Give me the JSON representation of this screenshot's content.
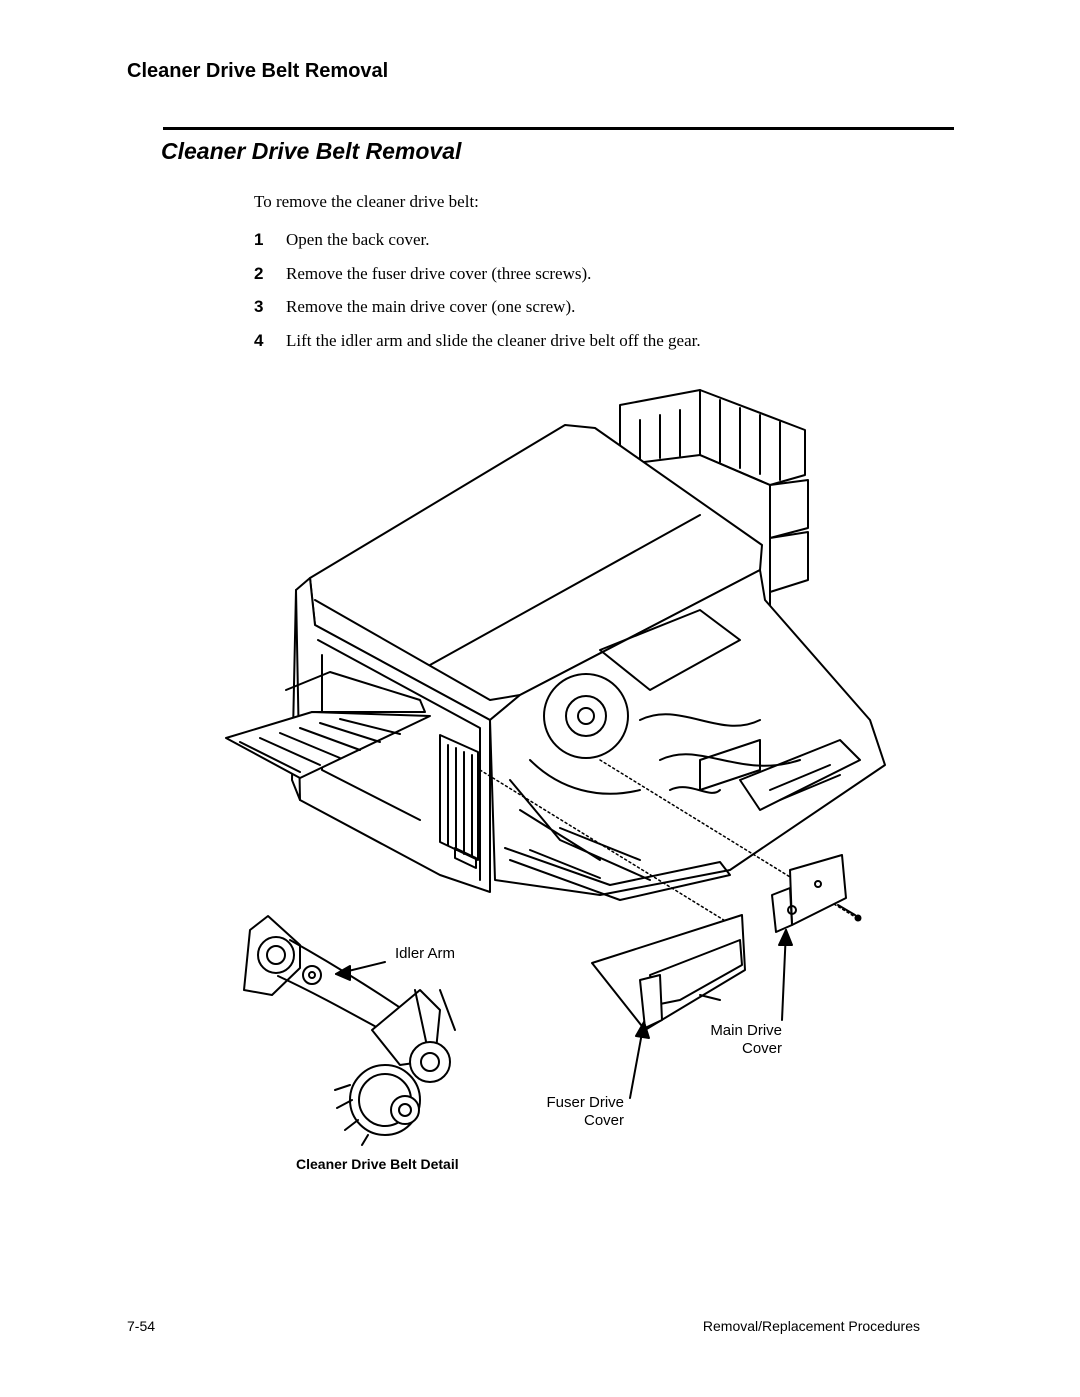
{
  "header": {
    "running_title": "Cleaner Drive Belt Removal"
  },
  "section": {
    "title": "Cleaner Drive Belt Removal"
  },
  "intro": "To remove the cleaner drive belt:",
  "steps": [
    {
      "num": "1",
      "text": "Open the back cover."
    },
    {
      "num": "2",
      "text": "Remove the fuser drive cover (three screws)."
    },
    {
      "num": "3",
      "text": "Remove the main drive cover (one screw)."
    },
    {
      "num": "4",
      "text": "Lift the idler arm and slide the cleaner drive belt off the gear."
    }
  ],
  "figure": {
    "callouts": {
      "idler_arm": "Idler Arm",
      "main_drive_1": "Main Drive",
      "main_drive_2": "Cover",
      "fuser_drive_1": "Fuser Drive",
      "fuser_drive_2": "Cover"
    },
    "detail_caption": "Cleaner Drive Belt Detail"
  },
  "footer": {
    "page_number": "7-54",
    "chapter": "Removal/Replacement Procedures"
  }
}
